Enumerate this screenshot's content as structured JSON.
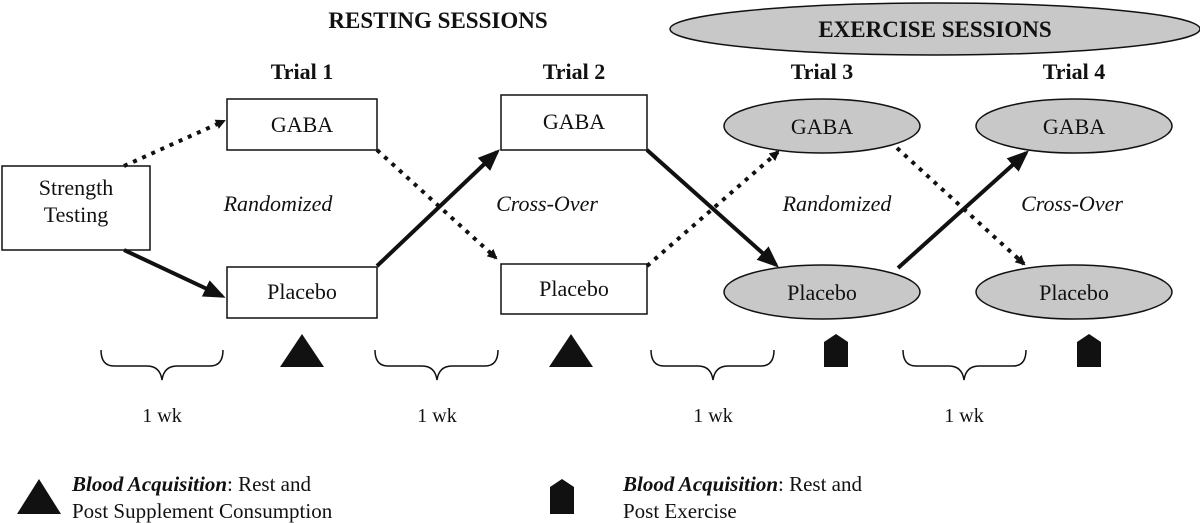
{
  "headers": {
    "resting": "RESTING SESSIONS",
    "exercise": "EXERCISE SESSIONS"
  },
  "trials": [
    "Trial 1",
    "Trial 2",
    "Trial 3",
    "Trial 4"
  ],
  "start_box": {
    "line1": "Strength",
    "line2": "Testing"
  },
  "conditions": {
    "gaba": "GABA",
    "placebo": "Placebo"
  },
  "phase_labels": [
    "Randomized",
    "Cross-Over",
    "Randomized",
    "Cross-Over"
  ],
  "washout_labels": [
    "1 wk",
    "1 wk",
    "1 wk",
    "1 wk"
  ],
  "legend": [
    {
      "symbol": "triangle",
      "bold": "Blood Acquisition",
      "rest": ": Rest and",
      "line2": "Post Supplement Consumption"
    },
    {
      "symbol": "pentagon",
      "bold": "Blood Acquisition",
      "rest": ": Rest and",
      "line2": "Post Exercise"
    }
  ],
  "colors": {
    "exercise_fill": "#c8c8c8",
    "ink": "#111111"
  }
}
